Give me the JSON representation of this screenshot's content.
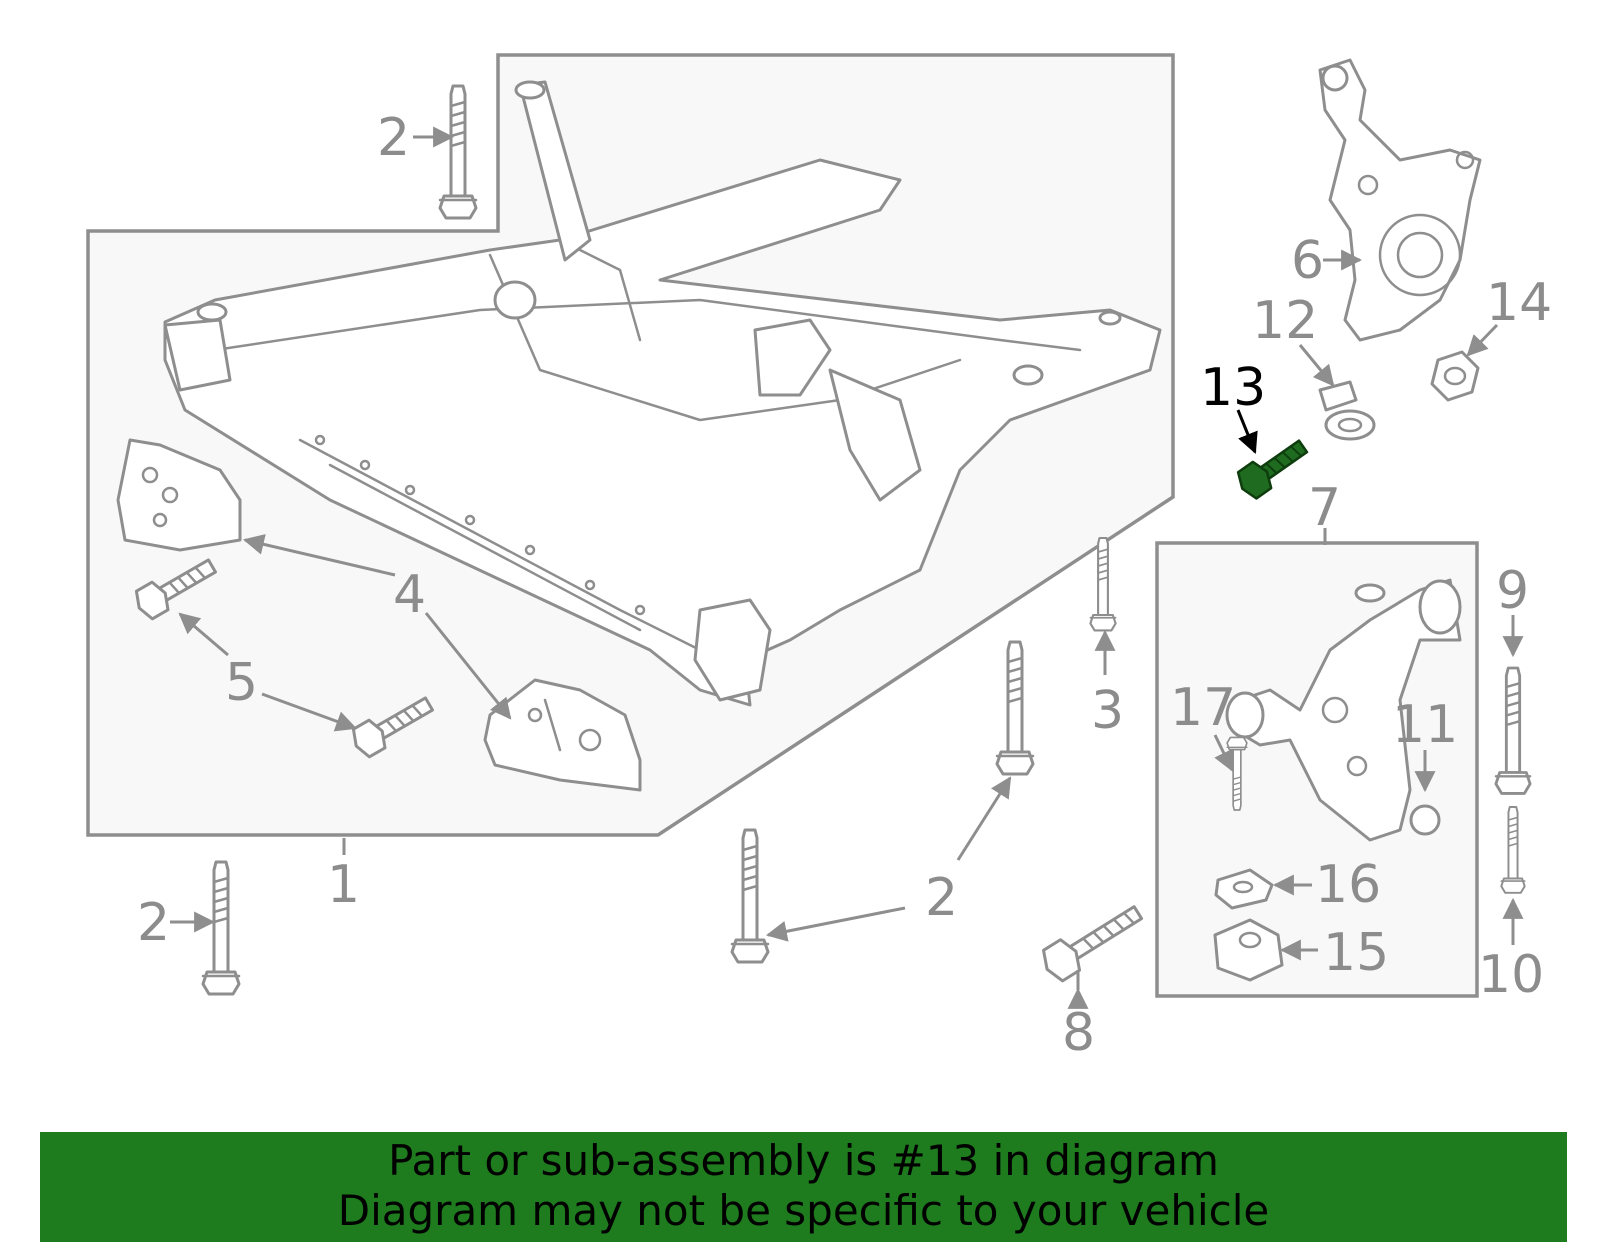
{
  "labels": {
    "l1": "1",
    "l2": "2",
    "l3": "3",
    "l4": "4",
    "l5": "5",
    "l6": "6",
    "l7": "7",
    "l8": "8",
    "l9": "9",
    "l10": "10",
    "l11": "11",
    "l12": "12",
    "l13": "13",
    "l14": "14",
    "l15": "15",
    "l16": "16",
    "l17": "17"
  },
  "highlight": {
    "part_number": "13",
    "color": "#1f6b1f"
  },
  "footer": {
    "line1": "Part or sub-assembly is #13 in diagram",
    "line2": "Diagram may not be specific to your vehicle"
  },
  "colors": {
    "footer_bg": "#1e7b1e",
    "line": "#8e8e8e",
    "label": "#8c8c8c"
  }
}
